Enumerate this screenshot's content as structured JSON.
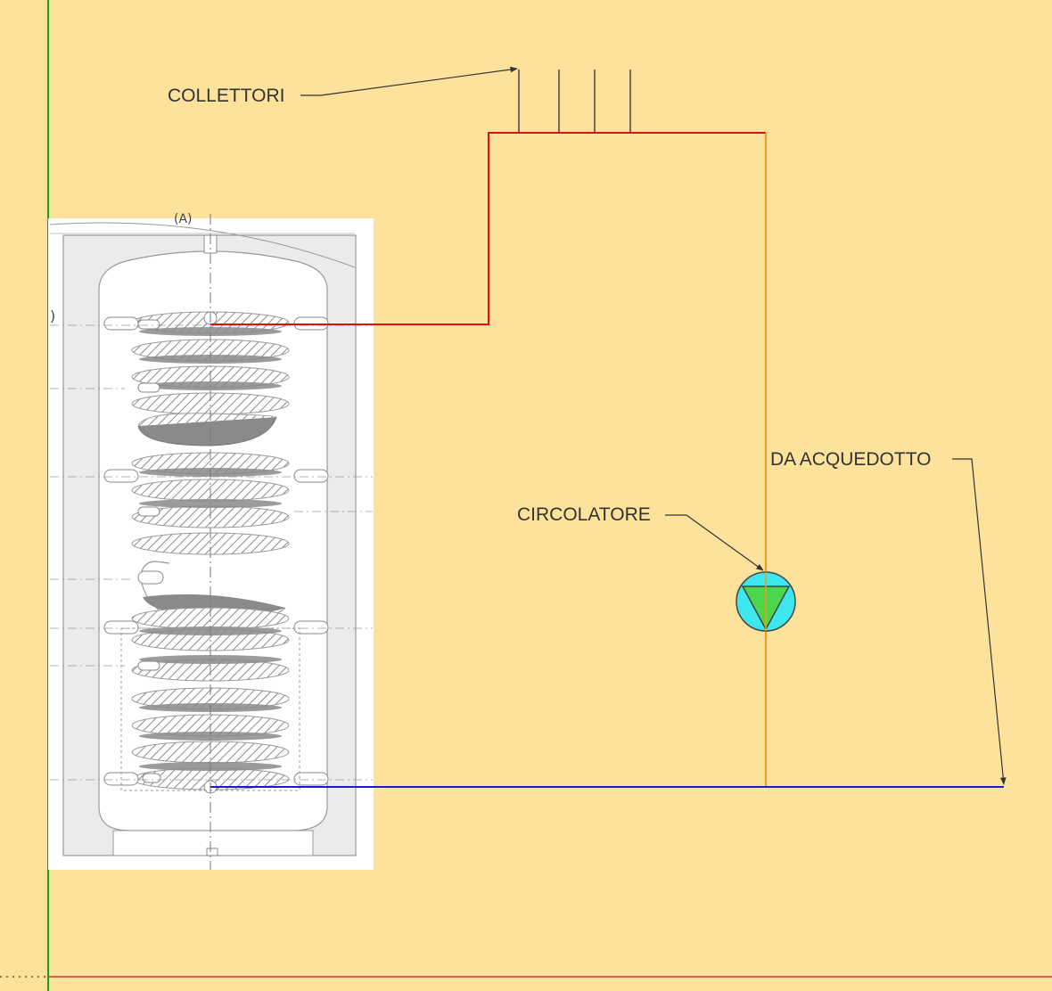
{
  "labels": {
    "collettori": "COLLETTORI",
    "da_acquedotto": "DA ACQUEDOTTO",
    "circolatore": "CIRCOLATORE"
  },
  "colors": {
    "background": "#fde29b",
    "hot_line": "#e01010",
    "cold_line": "#1a1ad0",
    "return_line": "#f39c12",
    "axis_green": "#1aa31a",
    "axis_red": "#c0392b",
    "pump_fill": "#3ee6ee",
    "pump_triangle": "#4cd64c",
    "text": "#333333"
  },
  "icons": {
    "tank": "boiler-tank-with-coil-icon",
    "pump": "circulator-pump-icon"
  }
}
